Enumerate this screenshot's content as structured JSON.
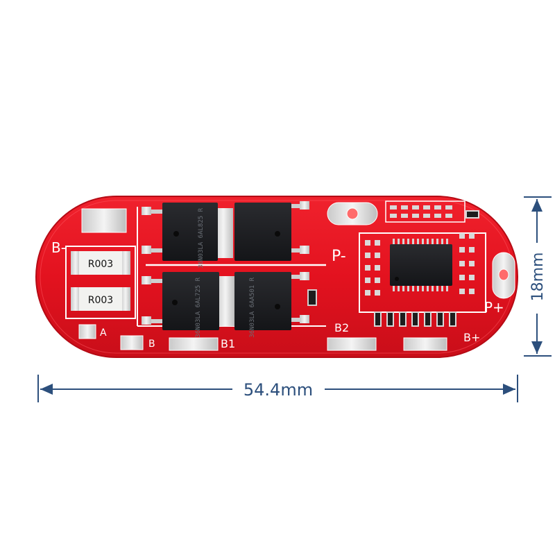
{
  "image": {
    "subject": "3S BMS protection circuit board",
    "dimensions": {
      "width_label": "54.4mm",
      "height_label": "18mm"
    },
    "silkscreen": {
      "b_left": "B-",
      "a": "A",
      "b": "B",
      "b1": "B1",
      "b2": "B2",
      "b_plus": "B+",
      "p_minus": "P-",
      "p_plus": "P+"
    },
    "resistors": [
      {
        "marking": "R003"
      },
      {
        "marking": "R003"
      }
    ],
    "mosfets": [
      {
        "marking": "36N03LA 6AL825 R"
      },
      {
        "marking": ""
      },
      {
        "marking": "36N03LA 6AL725 R"
      },
      {
        "marking": "36N03LA 6AA501 R"
      }
    ],
    "colors": {
      "pcb": "#e3121f",
      "dimension_line": "#2c4f7c",
      "component": "#1b1c1f"
    }
  }
}
